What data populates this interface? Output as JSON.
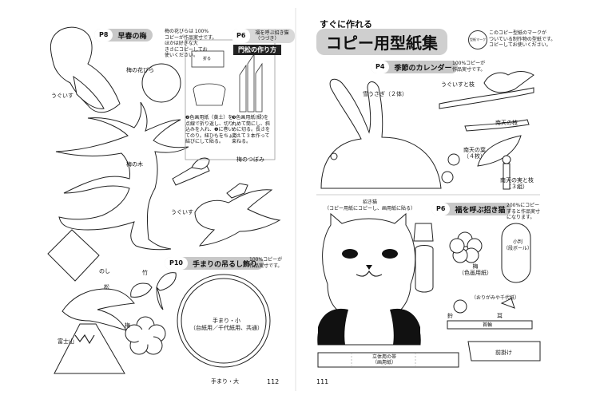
{
  "colors": {
    "section_bg": "#c8c8c8",
    "title_bg": "#cfcfcf",
    "ink": "#222222"
  },
  "left": {
    "p8": {
      "page": "P8",
      "title": "早春の梅",
      "note": "梅の花びらは 100%\nコピーが作品実寸です。\nほかは好きな大\nきさにコピーしてお\n使いください。"
    },
    "p6": {
      "page": "P6",
      "title": "福を呼ぶ招き猫\n（つづき）",
      "subhead": "門松の作り方",
      "step1_num": "1",
      "step2": "❷色画用紙（黄土）を\n点線で折り返し、切り\n込みを入れ、❶に巻い\nてのり。紐ひもをちょう\n結びにして貼る。",
      "step3": "❸色画用紙(緑)を\n丸めて筒にし、斜\nめに切る。長さを\n変えて３本作って\n束ねる。",
      "label_fold": "折る"
    },
    "labels": {
      "bird": "うぐいす",
      "petal": "梅の花びら",
      "tree": "梅の木",
      "bud": "梅のつぼみ",
      "bird2": "うぐいす",
      "noshi": "のし",
      "bamboo": "竹",
      "pine": "松",
      "plum": "梅",
      "fuji": "富士山"
    },
    "p10": {
      "page": "P10",
      "title": "手まりの吊るし飾り",
      "note": "100%コピーが\n作品実寸です。"
    },
    "temari_small": "手まり・小\n（台紙用／千代紙用、共通）",
    "temari_large": "手まり・大",
    "page_number": "112"
  },
  "right": {
    "kicker": "すぐに作れる",
    "title": "コピー用型紙集",
    "mark_icon": "型紙マーク",
    "mark_note": "このコピー型紙のマークが\nついている制作物の型紙です。\nコピーしてお使いください。",
    "p4": {
      "page": "P4",
      "title": "季節のカレンダー",
      "note": "100%コピーが\n作品実寸です。"
    },
    "labels": {
      "rabbit": "雪うさぎ（２体）",
      "bird": "うぐいすと枝",
      "branch": "南天の枝",
      "leaf": "南天の葉\n（４枚）",
      "berry": "南天の実と枝\n（３組）"
    },
    "p6": {
      "page": "P6",
      "title": "福を呼ぶ招き猫",
      "note": "200%にコピー\nすると作品実寸\nになります。"
    },
    "cat_label": "招き猫\n（コピー用紙にコピーし、画用紙に貼る）",
    "labels2": {
      "plum": "梅\n（色画用紙）",
      "coin": "小判\n（段ボール）",
      "origami": "（おりがみや千代紙）",
      "bell": "鈴",
      "ear": "耳",
      "collar": "首輪",
      "bib": "前掛け",
      "band": "立体用の帯\n（画用紙）"
    },
    "page_number": "111"
  }
}
